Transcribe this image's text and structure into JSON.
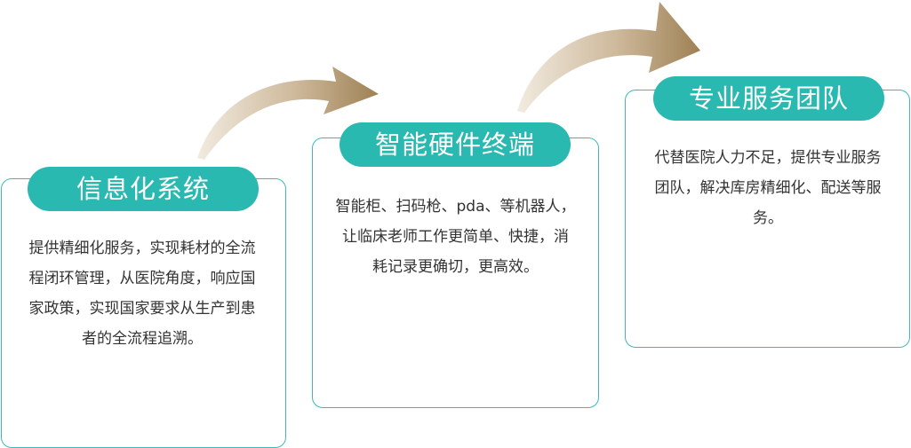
{
  "steps": [
    {
      "title": "信息化系统",
      "desc_lines": [
        "提供精细化服务，实现耗材的全流",
        "程闭环管理，从医院角度，响应国",
        "家政策，实现国家要求从生产到患",
        "者的全流程追溯。"
      ]
    },
    {
      "title": "智能硬件终端",
      "desc_lines": [
        "智能柜、扫码枪、pda、等机器人，",
        "让临床老师工作更简单、快捷，消",
        "耗记录更确切，更高效。"
      ]
    },
    {
      "title": "专业服务团队",
      "desc_lines": [
        "代替医院人力不足，提供专业服务",
        "团队，解决库房精细化、配送等服",
        "务。"
      ]
    }
  ],
  "colors": {
    "accent": "#2ab9b0",
    "border": "#3fb8b8",
    "arrow_light": "#ede3d4",
    "arrow_dark": "#a08457",
    "text": "#333333"
  }
}
